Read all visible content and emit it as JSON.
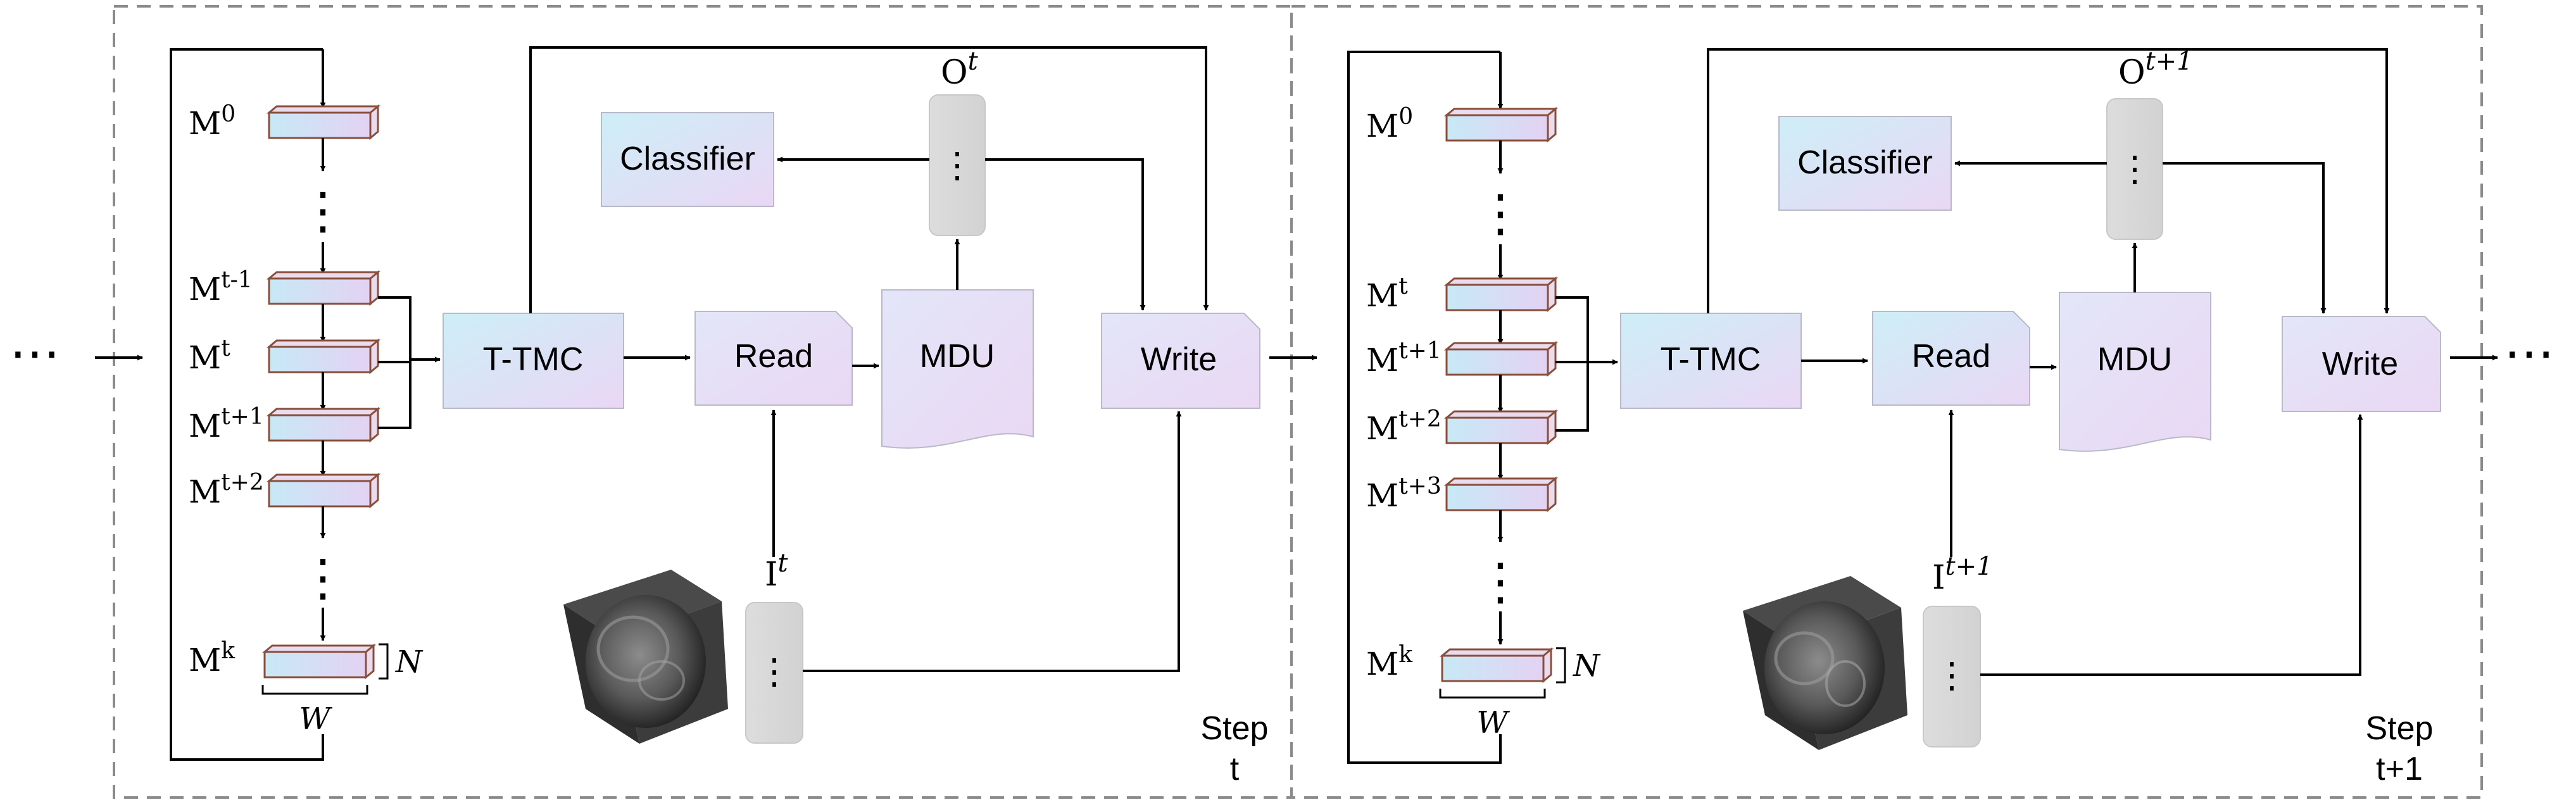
{
  "diagram": {
    "ellipsis": "⋯",
    "vdots": "⋮",
    "steps": [
      {
        "step_label_1": "Step",
        "step_label_2": "t",
        "mem": {
          "m": "M",
          "s0": "0",
          "s1": "t-1",
          "s2": "t",
          "s3": "t+1",
          "s4": "t+2",
          "sk": "k"
        },
        "N": "N",
        "W": "W",
        "ttmc": "T-TMC",
        "read": "Read",
        "mdu": "MDU",
        "write": "Write",
        "classifier": "Classifier",
        "O_main": "O",
        "O_sup": "t",
        "I_main": "I",
        "I_sup": "t"
      },
      {
        "step_label_1": "Step",
        "step_label_2": "t+1",
        "mem": {
          "m": "M",
          "s0": "0",
          "s1": "t",
          "s2": "t+1",
          "s3": "t+2",
          "s4": "t+3",
          "sk": "k"
        },
        "N": "N",
        "W": "W",
        "ttmc": "T-TMC",
        "read": "Read",
        "mdu": "MDU",
        "write": "Write",
        "classifier": "Classifier",
        "O_main": "O",
        "O_sup": "t+1",
        "I_main": "I",
        "I_sup": "t+1"
      }
    ]
  }
}
